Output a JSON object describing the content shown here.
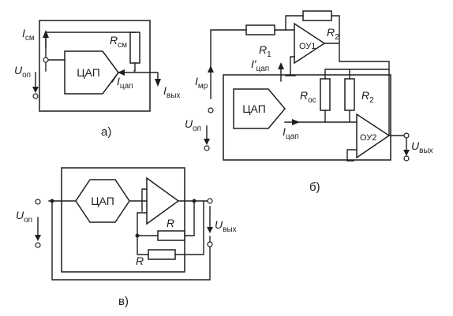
{
  "figure": {
    "a": {
      "caption": "а)",
      "dac": "ЦАП",
      "i_sm": {
        "base": "I",
        "sub": "см"
      },
      "r_sm": {
        "base": "R",
        "sub": "см"
      },
      "u_op": {
        "base": "U",
        "sub": "оп"
      },
      "i_cap": {
        "base": "I",
        "sub": "цап"
      },
      "i_out": {
        "base": "I",
        "sub": "вых"
      }
    },
    "b": {
      "caption": "б)",
      "dac": "ЦАП",
      "op1": "ОУ1",
      "op2": "ОУ2",
      "r1": {
        "base": "R",
        "sub": "1"
      },
      "r2_top": {
        "base": "R",
        "sub": "2"
      },
      "r2_mid": {
        "base": "R",
        "sub": "2"
      },
      "r_oc": {
        "base": "R",
        "sub": "ос"
      },
      "i_cap_prime": {
        "base": "I′",
        "sub": "цап"
      },
      "i_mr": {
        "base": "I",
        "sub": "мр"
      },
      "u_op": {
        "base": "U",
        "sub": "оп"
      },
      "i_cap": {
        "base": "I",
        "sub": "цап"
      },
      "u_out": {
        "base": "U",
        "sub": "вых"
      }
    },
    "c": {
      "caption": "в)",
      "dac": "ЦАП",
      "u_op": {
        "base": "U",
        "sub": "оп"
      },
      "u_out": {
        "base": "U",
        "sub": "вых"
      },
      "r_top": "R",
      "r_bottom": "R"
    }
  }
}
